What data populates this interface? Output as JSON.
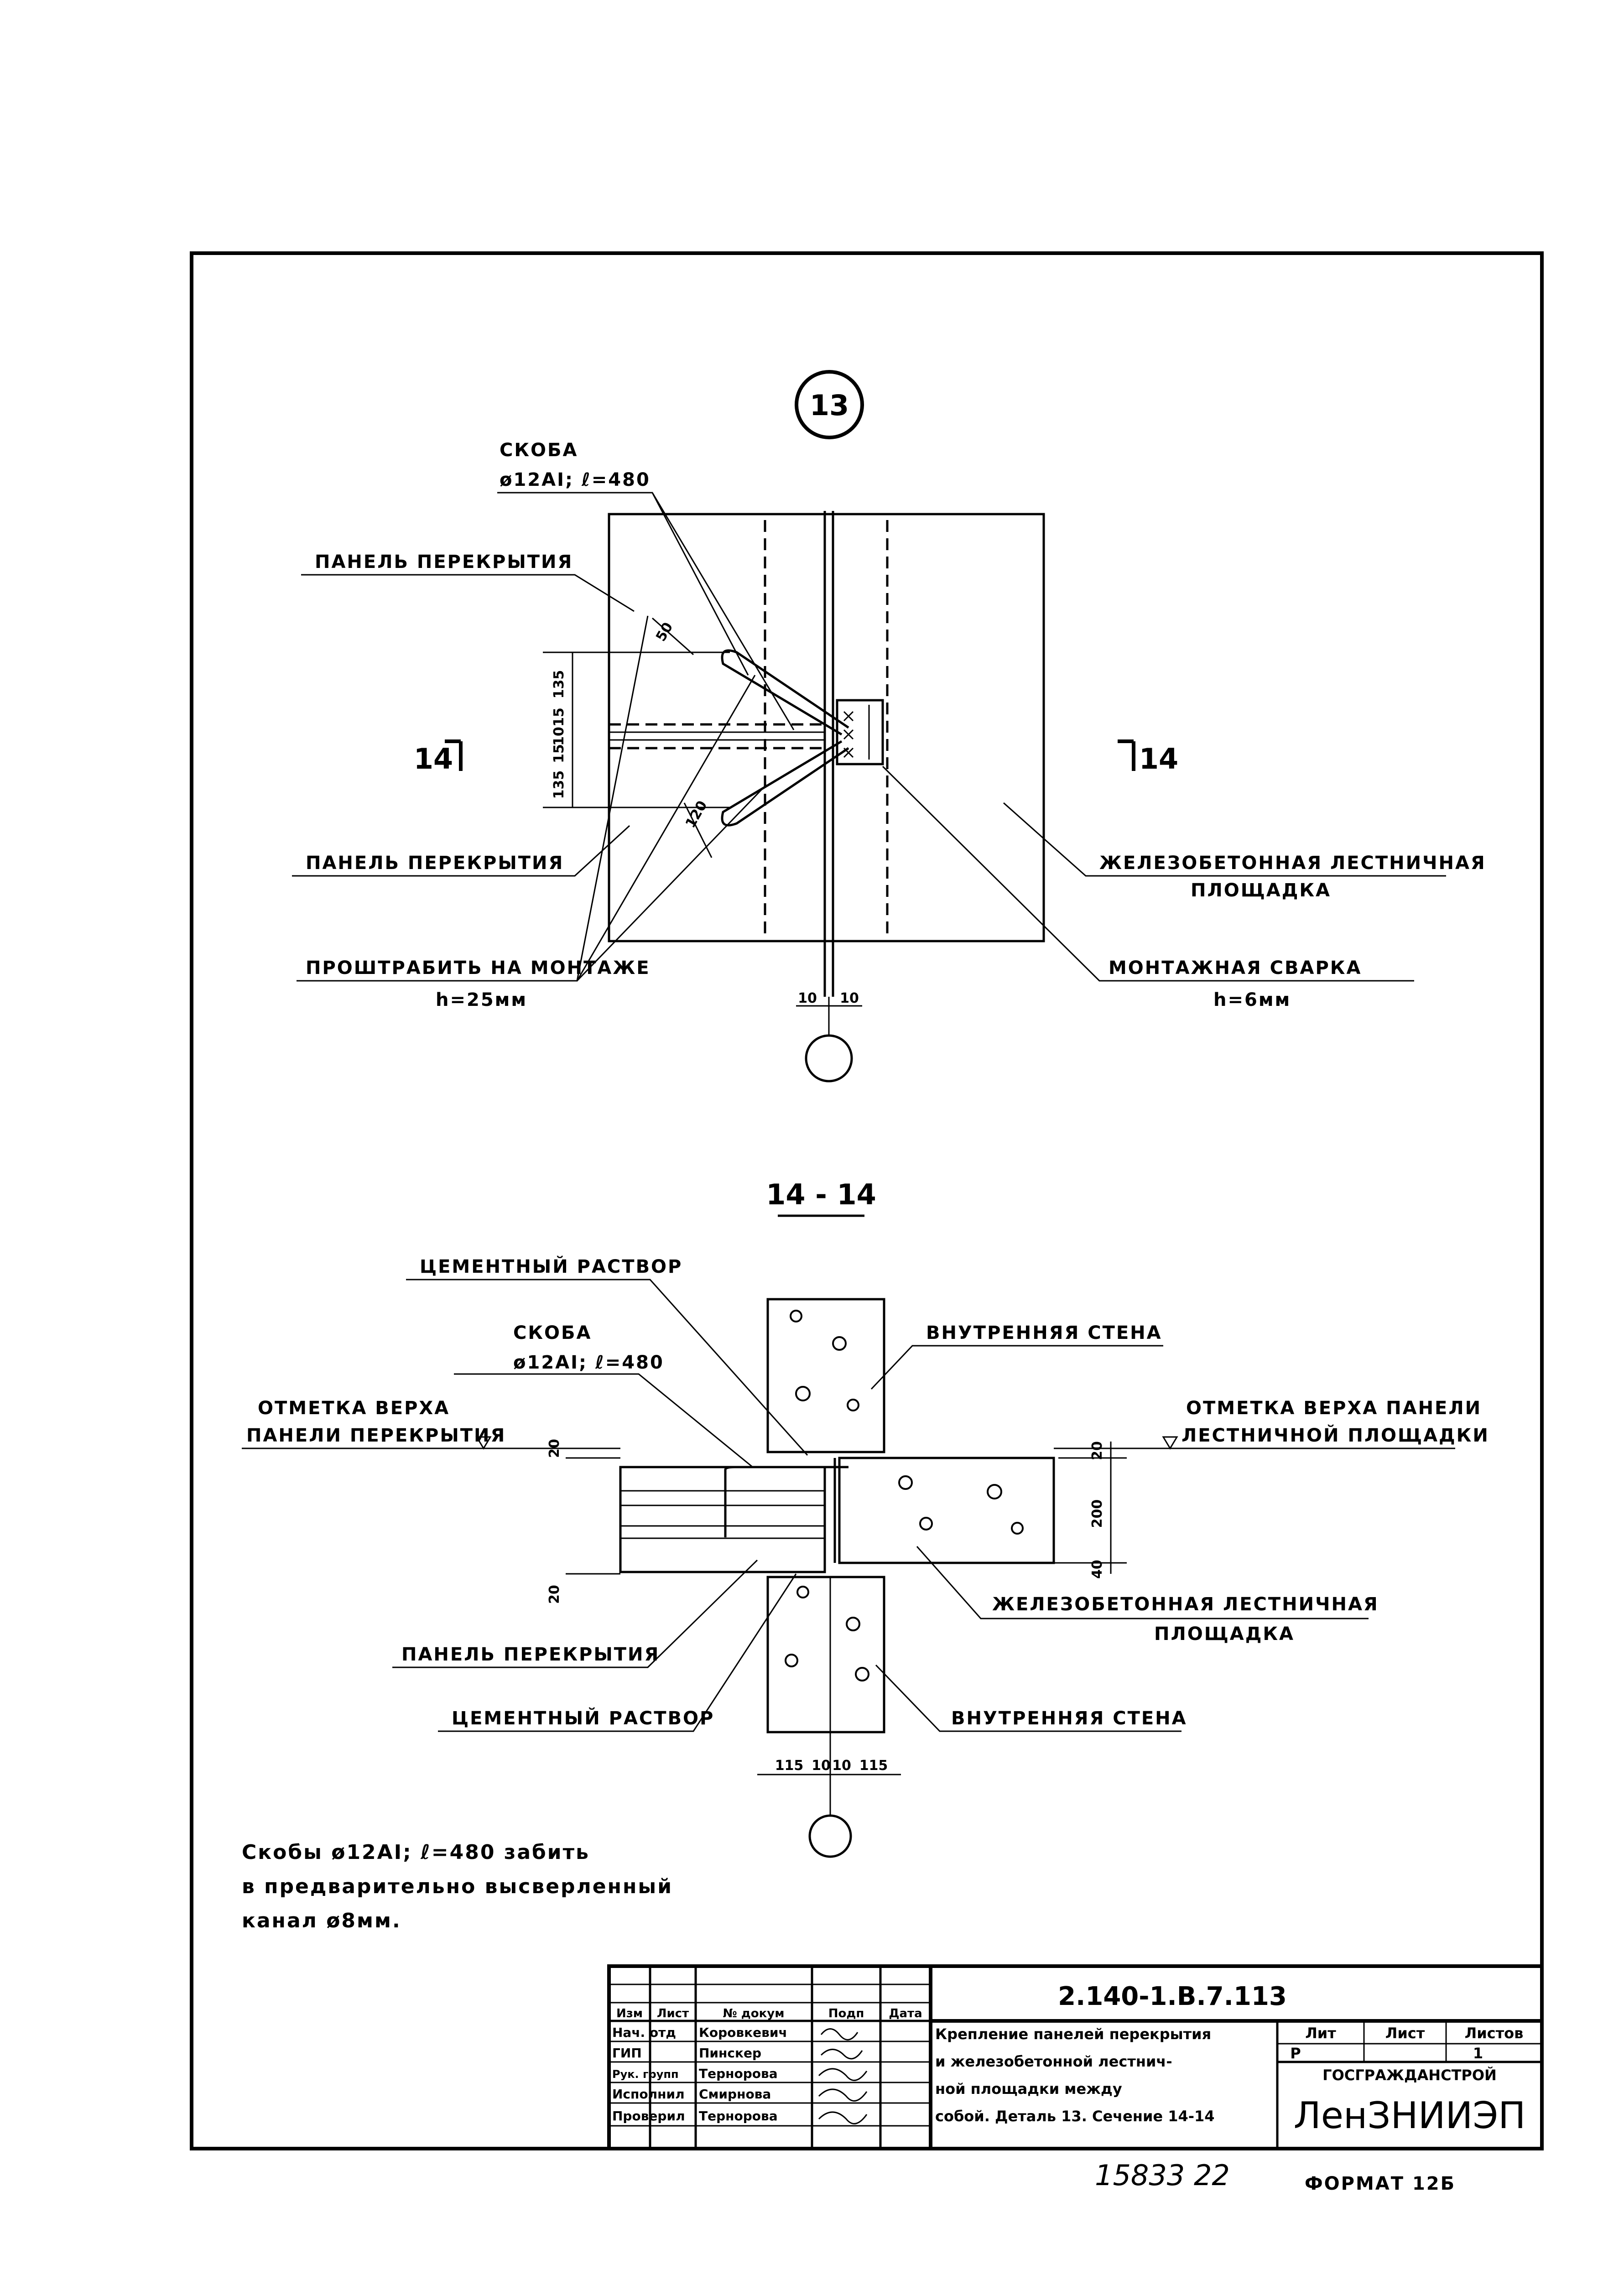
{
  "detail13": {
    "marker": "13",
    "skoba_title": "СКОБА",
    "skoba_spec": "ø12АI; ℓ=480",
    "panel_top": "ПАНЕЛЬ ПЕРЕКРЫТИЯ",
    "panel_bottom": "ПАНЕЛЬ ПЕРЕКРЫТИЯ",
    "landing_1": "ЖЕЛЕЗОБЕТОННАЯ ЛЕСТНИЧНАЯ",
    "landing_2": "ПЛОЩАДКА",
    "weld_site": "ПРОШТРАБИТЬ НА МОНТАЖЕ",
    "weld_site_h": "h=25мм",
    "weld": "МОНТАЖНАЯ СВАРКА",
    "weld_h": "h=6мм",
    "section_left": "14",
    "section_right": "14",
    "dim_50": "50",
    "dim_120": "120",
    "dim_135_top": "135",
    "dim_15_top": "15",
    "dim_10": "10",
    "dim_15_bot": "15",
    "dim_135_bot": "135",
    "dim_10_left": "10",
    "dim_10_right": "10"
  },
  "section14": {
    "title": "14 - 14",
    "mortar_top": "ЦЕМЕНТНЫЙ РАСТВОР",
    "skoba_title": "СКОБА",
    "skoba_spec": "ø12АI; ℓ=480",
    "mark_left_1": "ОТМЕТКА ВЕРХА",
    "mark_left_2": "ПАНЕЛИ ПЕРЕКРЫТИЯ",
    "inner_wall_top": "ВНУТРЕННЯЯ СТЕНА",
    "mark_right_1": "ОТМЕТКА ВЕРХА ПАНЕЛИ",
    "mark_right_2": "ЛЕСТНИЧНОЙ ПЛОЩАДКИ",
    "landing_1": "ЖЕЛЕЗОБЕТОННАЯ ЛЕСТНИЧНАЯ",
    "landing_2": "ПЛОЩАДКА",
    "panel": "ПАНЕЛЬ ПЕРЕКРЫТИЯ",
    "mortar_bottom": "ЦЕМЕНТНЫЙ РАСТВОР",
    "inner_wall_bottom": "ВНУТРЕННЯЯ СТЕНА",
    "dim_20_top": "20",
    "dim_20_left": "20",
    "dim_20_right": "20",
    "dim_200": "200",
    "dim_40": "40",
    "dim_115_left": "115",
    "dim_10_left": "10",
    "dim_10_right": "10",
    "dim_115_right": "115"
  },
  "note": {
    "line1": "Скобы ø12АI; ℓ=480 забить",
    "line2": "в предварительно высверленный",
    "line3": "канал ø8мм."
  },
  "title_block": {
    "doc_code": "2.140-1.В.7.113",
    "headers": [
      "Изм",
      "Лист",
      "№ докум",
      "Подп",
      "Дата"
    ],
    "rows": [
      {
        "role": "Нач. отд",
        "name": "Коровкевич"
      },
      {
        "role": "ГИП",
        "name": "Пинскер"
      },
      {
        "role": "Рук. групп",
        "name": "Тернорова"
      },
      {
        "role": "Исполнил",
        "name": "Смирнова"
      },
      {
        "role": "Проверил",
        "name": "Тернорова"
      }
    ],
    "title_lines": [
      "Крепление панелей перекрытия",
      "и железобетонной лестнич-",
      "ной площадки между",
      "собой. Деталь 13. Сечение 14-14"
    ],
    "stage_header": "Лит",
    "sheet_header": "Лист",
    "sheets_header": "Листов",
    "stage": "Р",
    "sheets": "1",
    "org_top": "ГОСГРАЖДАНСТРОЙ",
    "org": "ЛенЗНИИЭП"
  },
  "footer": {
    "inventory": "15833 22",
    "format": "ФОРМАТ 12Б"
  }
}
